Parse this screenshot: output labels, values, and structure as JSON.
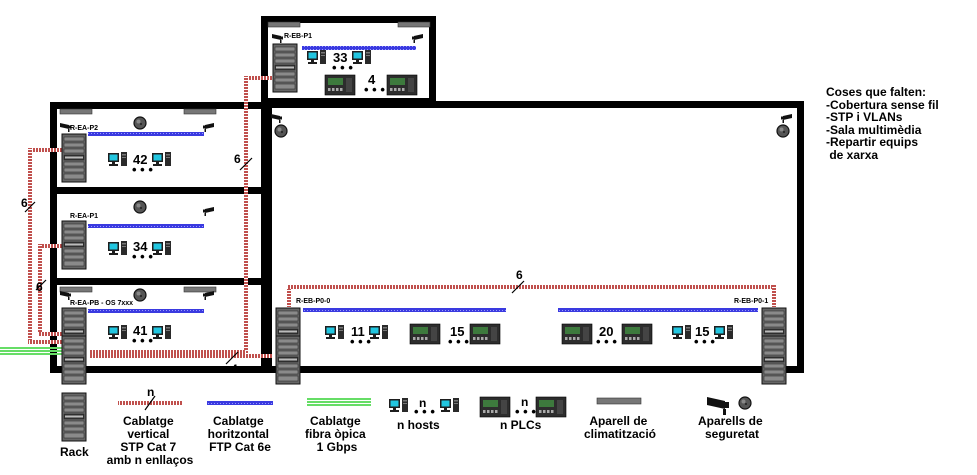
{
  "rooms": {
    "eb_p1": "R-EB-P1",
    "ea_p2": "R-EA-P2",
    "ea_p1": "R-EA-P1",
    "ea_pb": "R-EA-PB - OS 7xxx",
    "eb_p0_0": "R-EB-P0-0",
    "eb_p0_1": "R-EB-P0-1"
  },
  "counts": {
    "eb_p1_hosts": "33",
    "eb_p1_plcs": "4",
    "ea_p2_hosts": "42",
    "ea_p1_hosts": "34",
    "ea_pb_hosts": "41",
    "eb_p0_0_hosts": "11",
    "eb_p0_0_plcs": "15",
    "eb_p0_1_plcs": "20",
    "eb_p0_1_hosts": "15"
  },
  "links": {
    "left_riser": "6",
    "left_lower": "6",
    "center_riser": "6",
    "ground_bus": "6",
    "bottom": "4"
  },
  "notes": {
    "title": "Coses que falten:",
    "items": [
      "-Cobertura sense fil",
      "-STP i VLANs",
      "-Sala multimèdia",
      "-Repartir equips",
      " de xarxa"
    ]
  },
  "legend": {
    "rack": "Rack",
    "vertical_n": "n",
    "vertical": [
      "Cablatge",
      "vertical",
      "STP Cat 7",
      "amb n enllaços"
    ],
    "horizontal": [
      "Cablatge",
      "horitzontal",
      "FTP Cat 6e"
    ],
    "fiber": [
      "Cablatge",
      "fibra òpica",
      "1 Gbps"
    ],
    "hosts_n": "n",
    "hosts": "n hosts",
    "plcs_n": "n",
    "plcs": "n PLCs",
    "ac": [
      "Aparell de",
      "climatització"
    ],
    "security": [
      "Aparells de",
      "seguretat"
    ]
  },
  "colors": {
    "wall": "#000000",
    "vertical_cable": "#c0504d",
    "horizontal_cable": "#3a3ae0",
    "fiber": "#66dd66",
    "rack": "#555555",
    "monitor": "#22c6e0",
    "plc": "#3d7a3d"
  }
}
